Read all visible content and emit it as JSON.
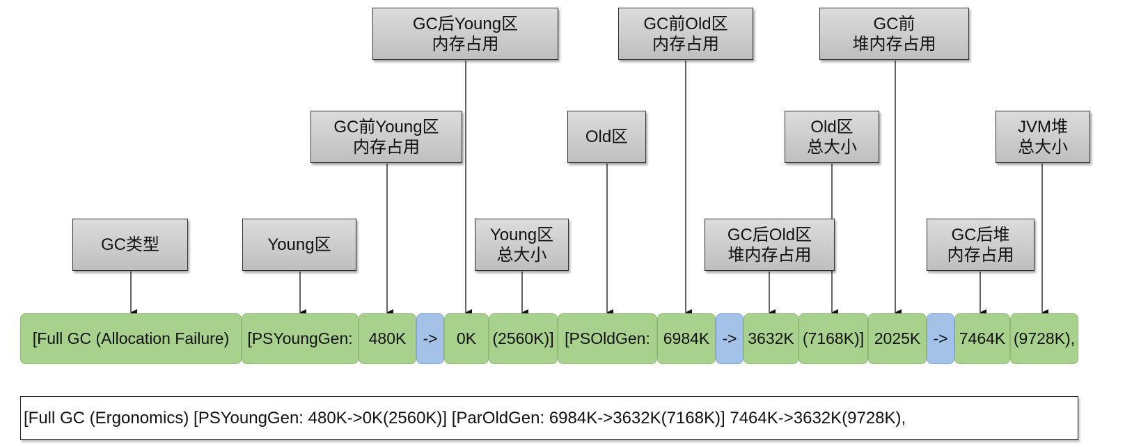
{
  "labels": {
    "gc_type": [
      "GC类型"
    ],
    "young_gen": [
      "Young区"
    ],
    "young_before": [
      "GC前Young区",
      "内存占用"
    ],
    "young_after": [
      "GC后Young区",
      "内存占用"
    ],
    "young_total": [
      "Young区",
      "总大小"
    ],
    "old_gen": [
      "Old区"
    ],
    "old_before": [
      "GC前Old区",
      "内存占用"
    ],
    "old_after": [
      "GC后Old区",
      "堆内存占用"
    ],
    "old_total": [
      "Old区",
      "总大小"
    ],
    "heap_before": [
      "GC前",
      "堆内存占用"
    ],
    "heap_after": [
      "GC后堆",
      "内存占用"
    ],
    "heap_total": [
      "JVM堆",
      "总大小"
    ]
  },
  "segments": {
    "full_gc": "[Full GC (Allocation Failure)",
    "psyounggen": "[PSYoungGen:",
    "young_before": "480K",
    "arrow1": "->",
    "young_after": "0K",
    "young_total": "(2560K)]",
    "psoldgen": "[PSOldGen:",
    "old_before": "6984K",
    "arrow2": "->",
    "old_after": "3632K",
    "old_total": "(7168K)]",
    "heap_before": "2025K",
    "arrow3": "->",
    "heap_after": "7464K",
    "heap_total": "(9728K),"
  },
  "example_line": "[Full GC (Ergonomics) [PSYoungGen: 480K->0K(2560K)] [ParOldGen: 6984K->3632K(7168K)] 7464K->3632K(9728K),",
  "colors": {
    "segment_green": "#a9d18e",
    "segment_blue": "#a4c2e8",
    "label_box_gray": "#c8c8c8"
  }
}
